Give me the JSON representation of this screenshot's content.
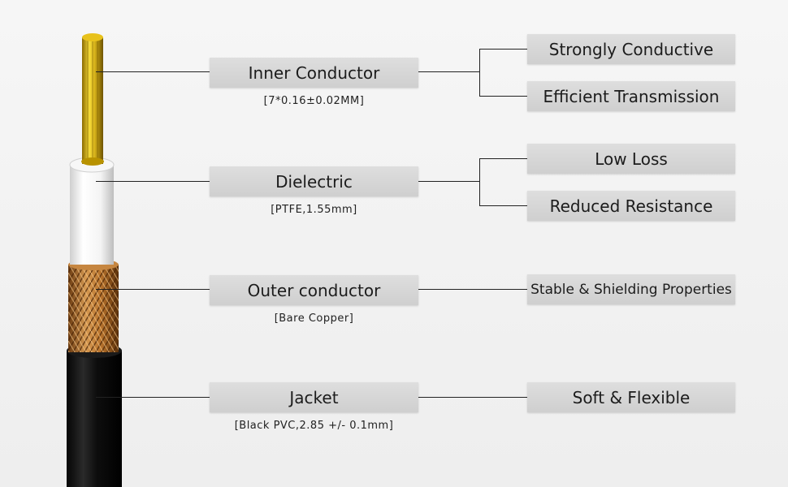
{
  "components": [
    {
      "name": "Inner Conductor",
      "spec": "[7*0.16±0.02MM]",
      "features": [
        "Strongly Conductive",
        "Efficient Transmission"
      ]
    },
    {
      "name": "Dielectric",
      "spec": "[PTFE,1.55mm]",
      "features": [
        "Low Loss",
        "Reduced Resistance"
      ]
    },
    {
      "name": "Outer conductor",
      "spec": "[Bare Copper]",
      "features": [
        "Stable & Shielding Properties"
      ]
    },
    {
      "name": "Jacket",
      "spec": "[Black PVC,2.85 +/- 0.1mm]",
      "features": [
        "Soft & Flexible"
      ]
    }
  ],
  "colors": {
    "inner_conductor": "#e2c21a",
    "dielectric": "#ffffff",
    "outer_conductor": "#c07a30",
    "jacket": "#121212",
    "label_box": "#d6d6d6"
  }
}
